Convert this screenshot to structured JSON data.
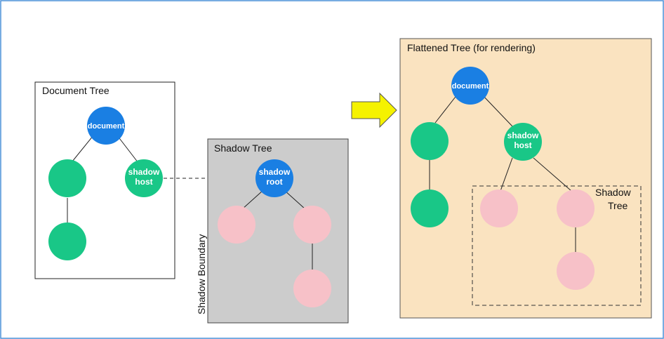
{
  "colors": {
    "frame": "#4a90d9",
    "document_node": "#1a7fe3",
    "element_node": "#19c787",
    "shadow_node": "#f7c1c8",
    "shadow_panel": "#cccccc",
    "flattened_panel": "#fae3c0",
    "arrow": "#f5f200"
  },
  "document_tree": {
    "title": "Document Tree",
    "document_label": "document",
    "shadow_host_label": [
      "shadow",
      "host"
    ]
  },
  "shadow_tree": {
    "title": "Shadow Tree",
    "shadow_root_label": [
      "shadow",
      "root"
    ],
    "boundary_label": "Shadow Boundary"
  },
  "flattened_tree": {
    "title": "Flattened Tree (for rendering)",
    "document_label": "document",
    "shadow_host_label": [
      "shadow",
      "host"
    ],
    "shadow_region_label": [
      "Shadow",
      "Tree"
    ]
  },
  "transform_arrow_icon": "right-arrow-icon"
}
